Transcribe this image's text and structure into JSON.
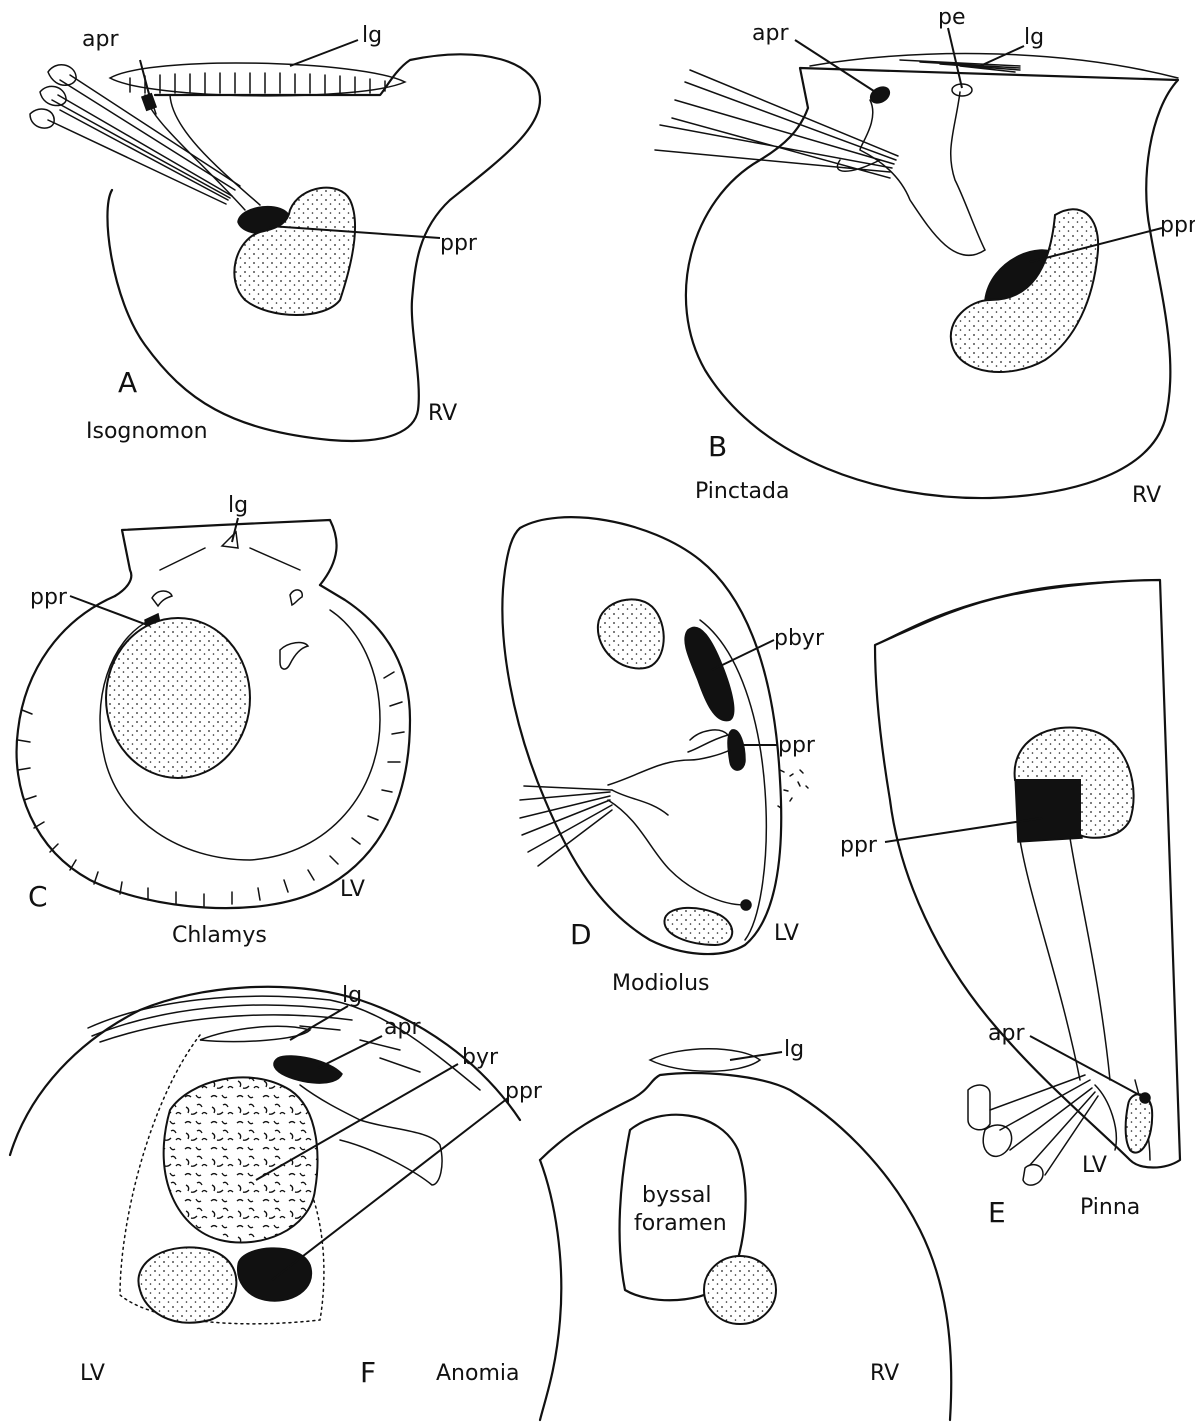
{
  "panels": {
    "a": {
      "letter": "A",
      "genus": "Isognomon",
      "valve": "RV",
      "lg": "lg",
      "apr": "apr",
      "ppr": "ppr"
    },
    "b": {
      "letter": "B",
      "genus": "Pinctada",
      "valve": "RV",
      "pe": "pe",
      "lg": "lg",
      "apr": "apr",
      "ppr": "ppr"
    },
    "c": {
      "letter": "C",
      "genus": "Chlamys",
      "valve": "LV",
      "lg": "lg",
      "ppr": "ppr"
    },
    "d": {
      "letter": "D",
      "genus": "Modiolus",
      "valve": "LV",
      "pbyr": "pbyr",
      "ppr": "ppr"
    },
    "e": {
      "letter": "E",
      "genus": "Pinna",
      "valve": "LV",
      "ppr": "ppr",
      "apr": "apr"
    },
    "f": {
      "letter": "F",
      "genus": "Anomia",
      "valve_left": "LV",
      "valve_right": "RV",
      "lg_left": "lg",
      "apr": "apr",
      "byr": "byr",
      "ppr": "ppr",
      "lg_right": "lg",
      "foramen_line1": "byssal",
      "foramen_line2": "foramen"
    }
  }
}
